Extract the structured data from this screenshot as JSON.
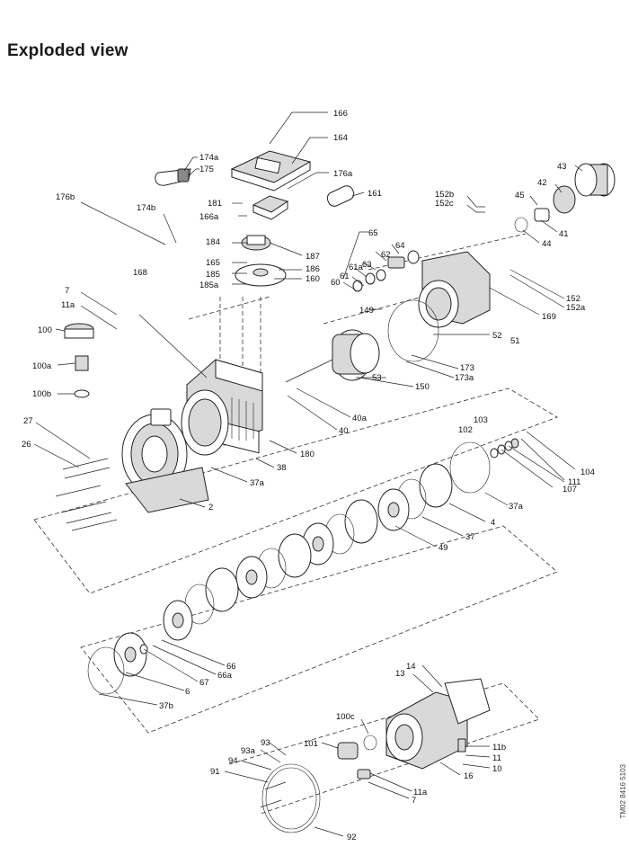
{
  "title": "Exploded view",
  "doc_reference": "TM02 8416 5103",
  "callouts": [
    "166",
    "164",
    "176a",
    "174a",
    "175",
    "161",
    "181",
    "166a",
    "176b",
    "174b",
    "184",
    "187",
    "165",
    "185",
    "186",
    "185a",
    "160",
    "65",
    "64",
    "63",
    "62",
    "61a",
    "61",
    "60",
    "152b",
    "152c",
    "43",
    "42",
    "45",
    "41",
    "44",
    "152",
    "152a",
    "169",
    "168",
    "7",
    "11a",
    "100",
    "100a",
    "100b",
    "149",
    "51",
    "52",
    "173",
    "173a",
    "53",
    "150",
    "40",
    "40a",
    "27",
    "26",
    "180",
    "38",
    "37a",
    "2",
    "103",
    "102",
    "104",
    "111",
    "107",
    "37a",
    "4",
    "37",
    "49",
    "66",
    "66a",
    "67",
    "6",
    "37b",
    "14",
    "13",
    "100c",
    "101",
    "11b",
    "11",
    "10",
    "16",
    "93",
    "93a",
    "94",
    "91",
    "7",
    "11a",
    "92"
  ]
}
